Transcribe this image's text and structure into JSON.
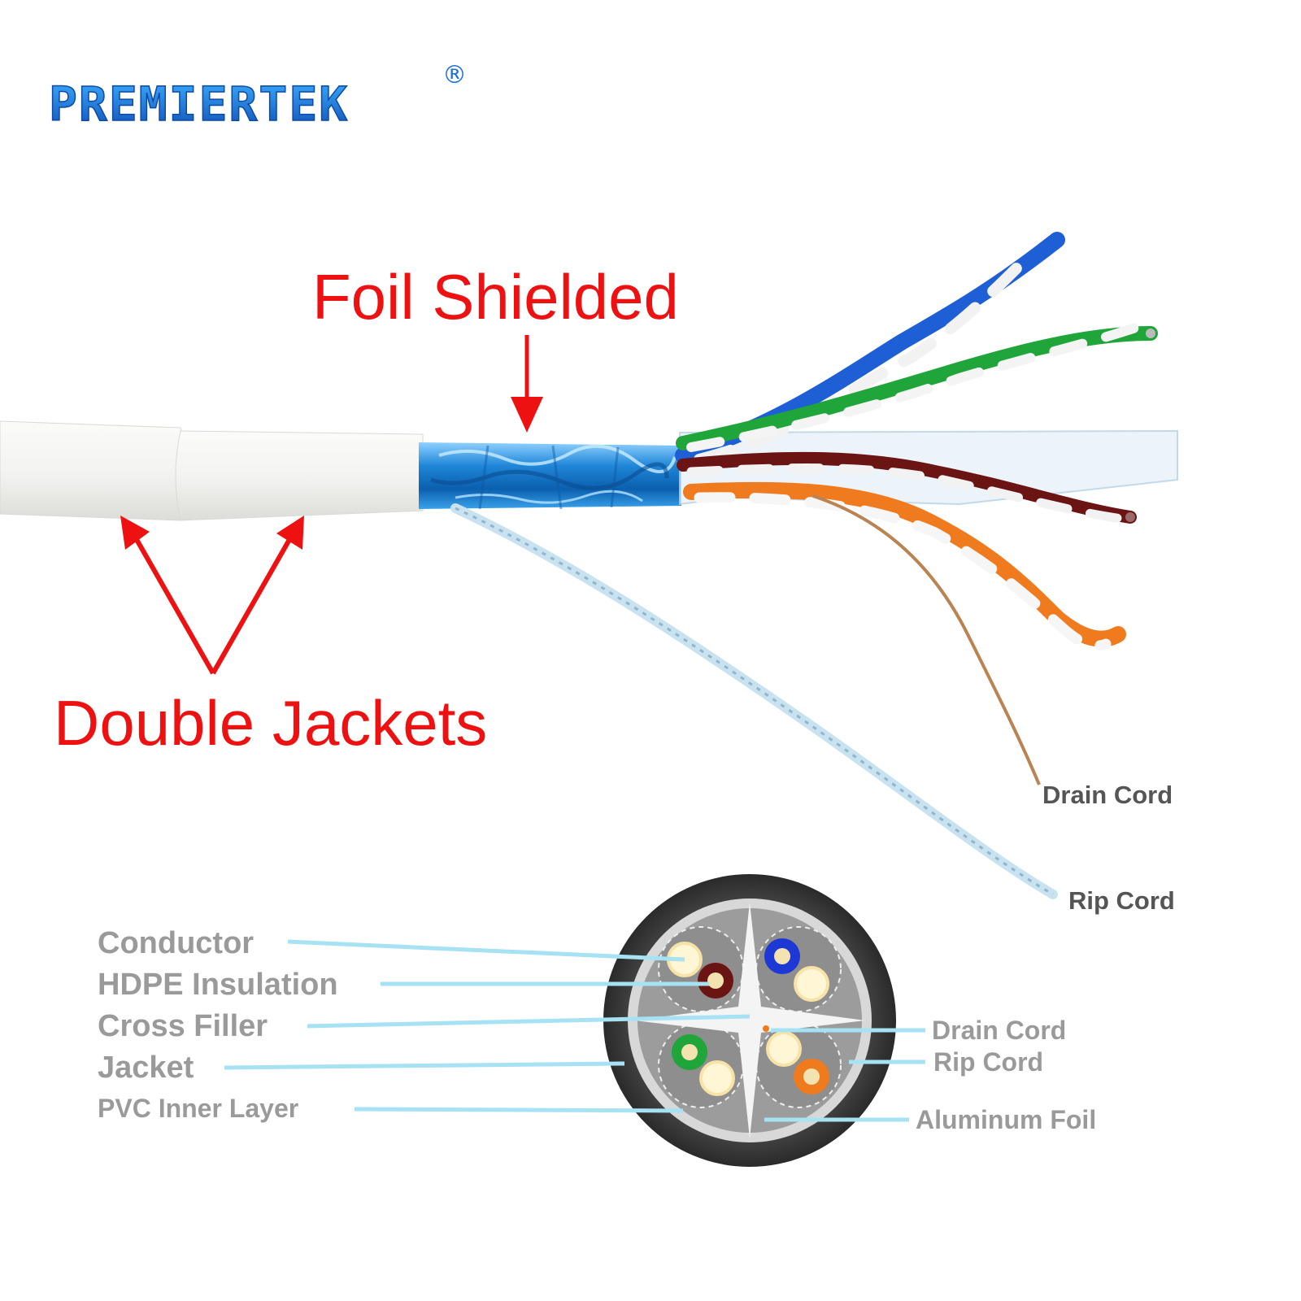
{
  "brand": {
    "name": "PREMIERTEK",
    "registered_mark": "®",
    "color": "#1560c8",
    "color_light": "#2fa3ff"
  },
  "callouts": {
    "foil_shielded": "Foil Shielded",
    "double_jackets": "Double Jackets",
    "color": "#ee1111"
  },
  "cable_labels": {
    "drain_cord": "Drain Cord",
    "rip_cord": "Rip Cord",
    "color": "#555555"
  },
  "cross_section": {
    "label_color": "#9a9a9a",
    "leader_color": "#a6e2f4",
    "left_labels": [
      "Conductor",
      "HDPE Insulation",
      "Cross Filler",
      "Jacket",
      "PVC Inner Layer"
    ],
    "right_labels": [
      "Drain Cord",
      "Rip Cord",
      "Aluminum Foil"
    ]
  },
  "pair_colors": {
    "blue": "#1e5fd6",
    "green": "#1fa53a",
    "brown": "#6b1414",
    "orange": "#f07a1e",
    "foil": "#2a8fe0",
    "jacket": "#f4f4f2"
  }
}
